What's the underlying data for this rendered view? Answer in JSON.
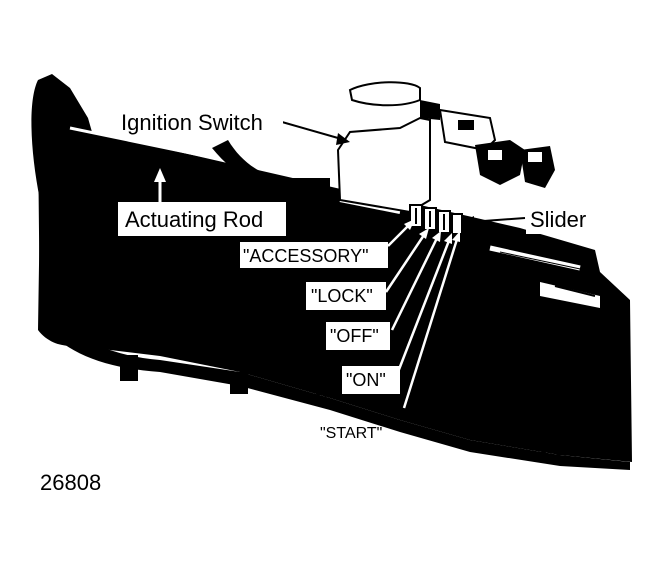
{
  "figure": {
    "labels": {
      "ignition_switch": "Ignition Switch",
      "actuating_rod": "Actuating Rod",
      "slider": "Slider",
      "accessory": "\"ACCESSORY\"",
      "lock": "\"LOCK\"",
      "off": "\"OFF\"",
      "on": "\"ON\"",
      "start": "\"START\""
    },
    "figure_number": "26808"
  }
}
